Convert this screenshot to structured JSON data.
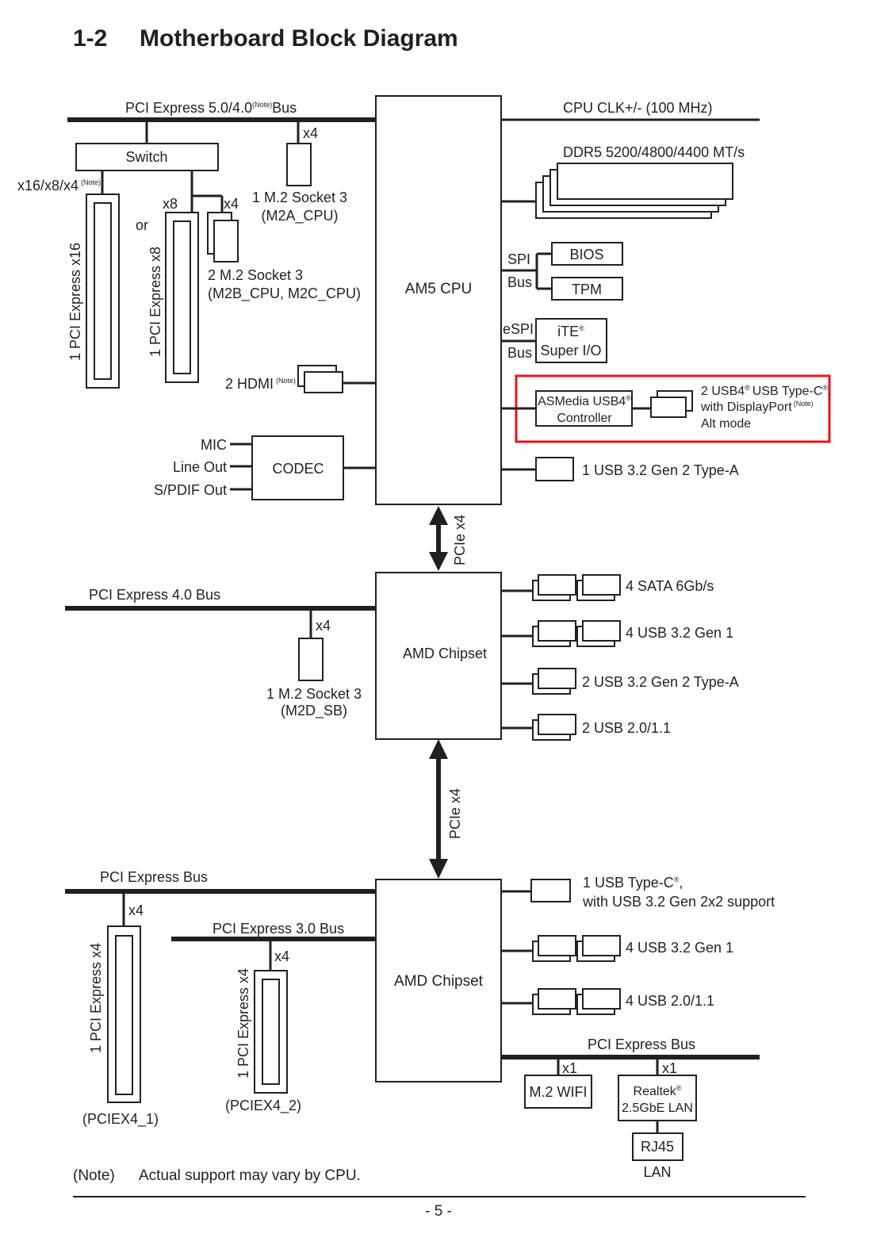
{
  "header": {
    "section_number": "1-2",
    "title": "Motherboard Block Diagram"
  },
  "cpu": {
    "label": "AM5 CPU",
    "pcie_bus": "PCI Express 5.0/4.0",
    "pcie_bus_suffix": "Bus",
    "note_tag": "(Note)",
    "switch": "Switch",
    "x16_label": "x16/x8/x4",
    "or": "or",
    "x8": "x8",
    "x4": "x4",
    "slot_x16": "1 PCI Express x16",
    "slot_x8": "1 PCI Express x8",
    "m2a_line1": "1 M.2 Socket 3",
    "m2a_line2": "(M2A_CPU)",
    "m2bc_line1": "2 M.2 Socket 3",
    "m2bc_line2": "(M2B_CPU, M2C_CPU)",
    "hdmi": "2 HDMI",
    "codec": "CODEC",
    "mic": "MIC",
    "line_out": "Line Out",
    "spdif_out": "S/PDIF Out",
    "clk": "CPU CLK+/- (100 MHz)",
    "ddr5": "DDR5 5200/4800/4400 MT/s",
    "spi": "SPI",
    "bus": "Bus",
    "bios": "BIOS",
    "tpm": "TPM",
    "espi": "eSPI",
    "ite": "iTE",
    "reg": "®",
    "super_io": "Super I/O",
    "asmedia_line1": "ASMedia USB4",
    "asmedia_line2": "Controller",
    "usb4_line1": "2 USB4",
    "usb4_line1b": "USB Type-C",
    "usb4_line1c": ",",
    "usb4_line2": "with DisplayPort",
    "usb4_line3": "Alt mode",
    "usb32_typea": "1 USB 3.2 Gen 2 Type-A",
    "highlight_color": "#e8141b"
  },
  "link1": "PCIe x4",
  "chipset1": {
    "label": "AMD Chipset",
    "pcie_bus": "PCI Express 4.0 Bus",
    "x4": "x4",
    "m2d_line1": "1 M.2 Socket 3",
    "m2d_line2": "(M2D_SB)",
    "sata": "4 SATA 6Gb/s",
    "usb32gen1": "4 USB 3.2 Gen 1",
    "usb32gen2a": "2 USB 3.2 Gen 2 Type-A",
    "usb20": "2 USB 2.0/1.1"
  },
  "link2": "PCIe x4",
  "chipset2": {
    "label": "AMD Chipset",
    "pcie_bus": "PCI Express Bus",
    "pcie3_bus": "PCI Express 3.0 Bus",
    "x4": "x4",
    "slot1": "1 PCI Express x4",
    "slot1_name": "(PCIEX4_1)",
    "slot2": "1 PCI Express x4",
    "slot2_name": "(PCIEX4_2)",
    "usbc_line1": "1 USB Type-C",
    "usbc_line1b": ",",
    "usbc_line2": "with USB 3.2 Gen 2x2 support",
    "usb32gen1": "4 USB 3.2 Gen 1",
    "usb20": "4 USB 2.0/1.1",
    "right_bus": "PCI Express Bus",
    "x1": "x1",
    "wifi": "M.2 WIFI",
    "realtek_line1": "Realtek",
    "realtek_line2": "2.5GbE LAN",
    "rj45": "RJ45",
    "lan": "LAN"
  },
  "footer": {
    "note_label": "(Note)",
    "note_text": "Actual support may vary by CPU.",
    "page": "- 5 -"
  }
}
